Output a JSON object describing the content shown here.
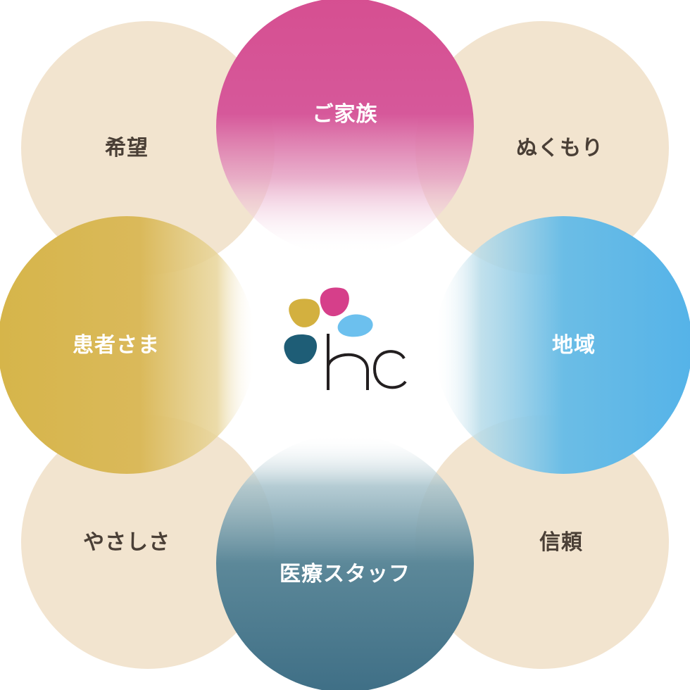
{
  "diagram": {
    "center_logo_text": "hc",
    "outer_circles": [
      {
        "id": "kibou",
        "label": "希望"
      },
      {
        "id": "nukumori",
        "label": "ぬくもり"
      },
      {
        "id": "yasashisa",
        "label": "やさしさ"
      },
      {
        "id": "shinrai",
        "label": "信頼"
      }
    ],
    "inner_circles": [
      {
        "id": "gokazoku",
        "label": "ご家族",
        "color": "#d64f91"
      },
      {
        "id": "kanjasama",
        "label": "患者さま",
        "color": "#d6b54a"
      },
      {
        "id": "chiiki",
        "label": "地域",
        "color": "#5ab4e6"
      },
      {
        "id": "iryou",
        "label": "医療スタッフ",
        "color": "#3f6f86"
      }
    ],
    "outer_fill": "#f2e4cf",
    "logo_colors": {
      "gold": "#d3b03f",
      "magenta": "#d63f8a",
      "blue": "#6cc0ee",
      "navy": "#1e5d76",
      "text": "#231f20"
    }
  }
}
